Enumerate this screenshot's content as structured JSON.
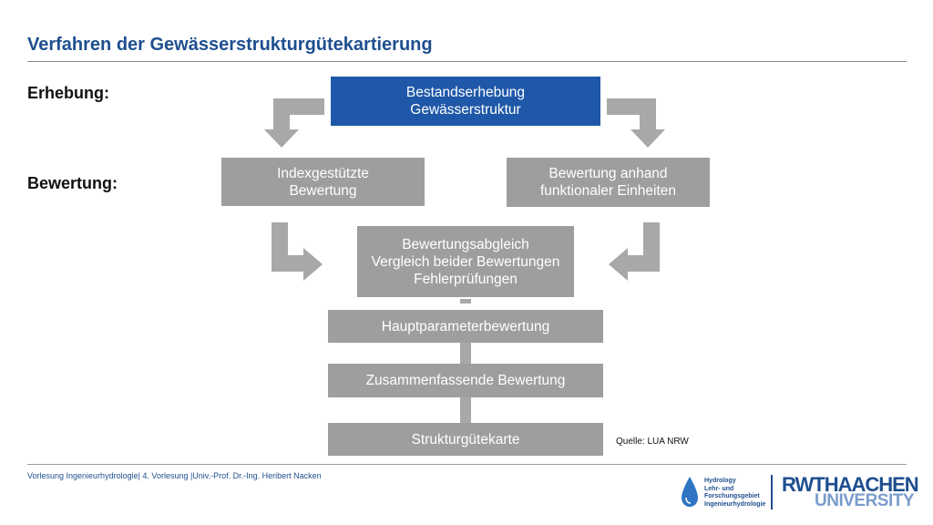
{
  "slide": {
    "title": "Verfahren der Gewässerstrukturgütekartierung",
    "label_erhebung": "Erhebung:",
    "label_bewertung": "Bewertung:"
  },
  "boxes": {
    "bestandserhebung": "Bestandserhebung\nGewässerstruktur",
    "indexgestuetzt": "Indexgestützte\nBewertung",
    "funktional": "Bewertung anhand\nfunktionaler Einheiten",
    "abgleich": "Bewertungsabgleich\nVergleich beider Bewertungen\nFehlerprüfungen",
    "hauptparameter": "Hauptparameterbewertung",
    "zusammenfassend": "Zusammenfassende Bewertung",
    "strukturguetekarte": "Strukturgütekarte"
  },
  "source": "Quelle: LUA NRW",
  "footer": "Vorlesung Ingenieurhydrologie| 4. Vorlesung |Univ.-Prof. Dr.-Ing. Heribert Nacken",
  "logos": {
    "hydrology": "Hydrology\nLehr- und\nForschungsgebiet\nIngenieurhydrologie",
    "rwth_line1": "RWTHAACHEN",
    "rwth_line2": "UNIVERSITY"
  },
  "colors": {
    "title": "#1e4f8f",
    "box_blue": "#1f58a8",
    "box_gray": "#9e9e9e",
    "arrow_gray": "#a8a8a8"
  }
}
